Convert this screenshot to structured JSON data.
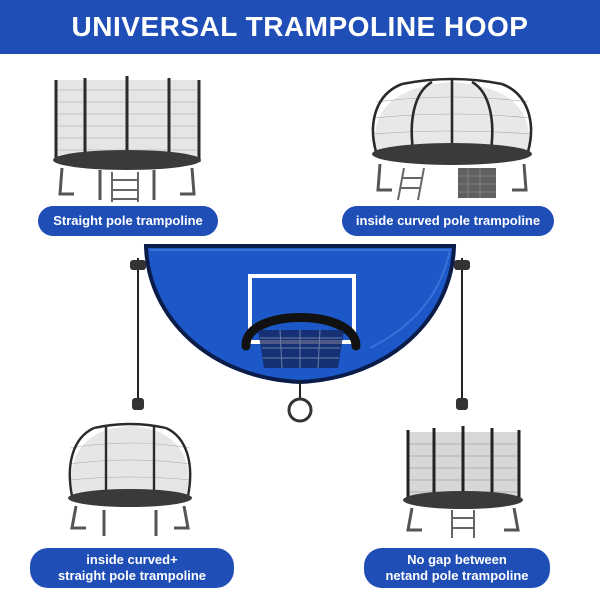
{
  "header": {
    "title": "UNIVERSAL TRAMPOLINE HOOP"
  },
  "captions": {
    "top_left": "Straight pole trampoline",
    "top_right": "inside curved pole trampoline",
    "bottom_left_line1": "inside curved+",
    "bottom_left_line2": "straight pole trampoline",
    "bottom_right_line1": "No gap between",
    "bottom_right_line2": "netand pole trampoline"
  },
  "colors": {
    "banner": "#1f4fb6",
    "backboard": "#1d58c8",
    "net": "#6b6b6b",
    "frame": "#2a2a2a"
  },
  "icons": [
    "trampoline-illustration",
    "basketball-hoop-illustration"
  ]
}
